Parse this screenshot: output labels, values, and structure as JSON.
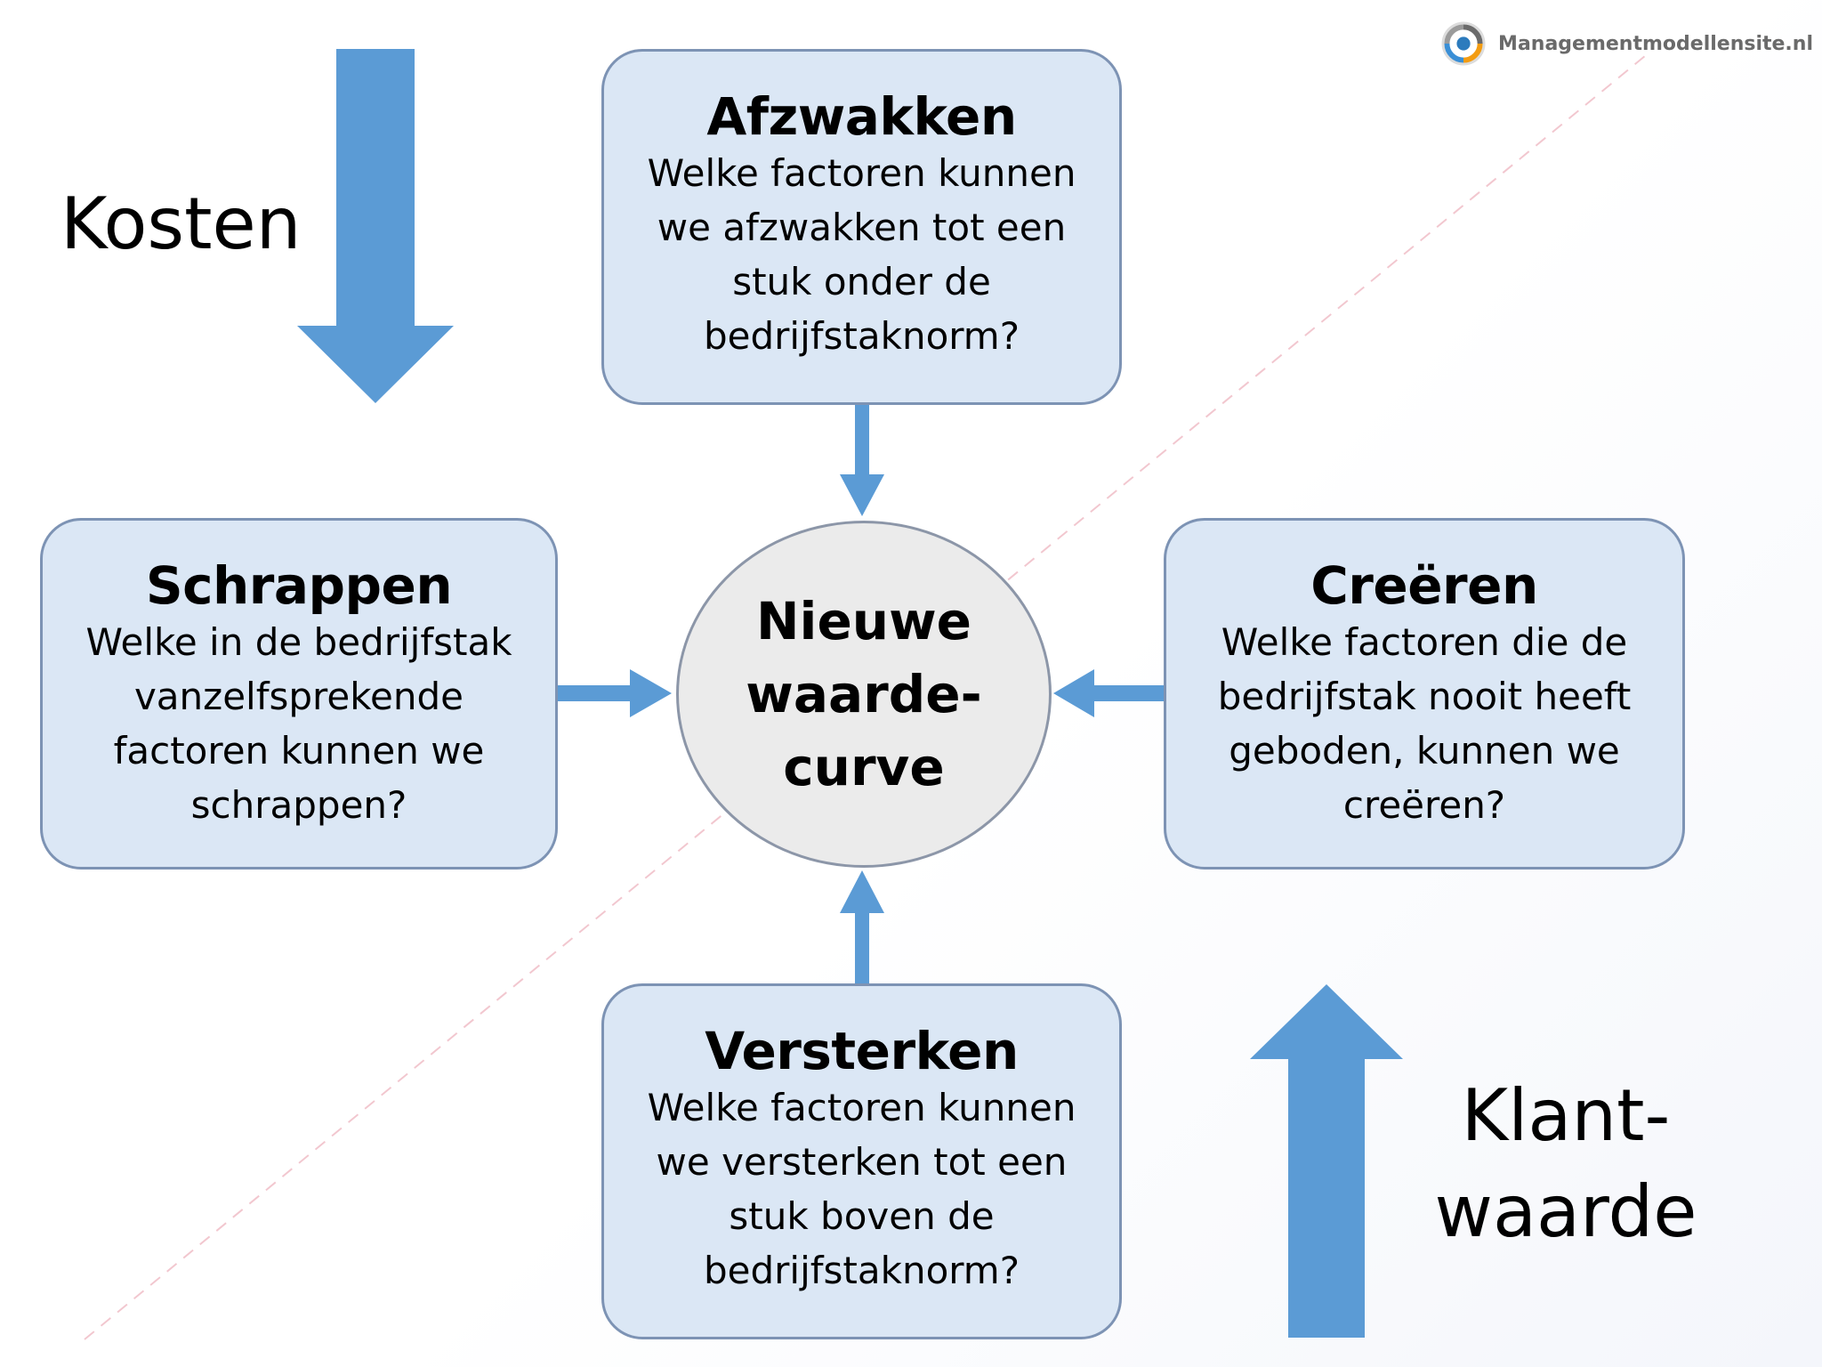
{
  "brand": {
    "site_name": "Managementmodellensite.nl",
    "icon": "managementmodellensite-logo-icon"
  },
  "labels": {
    "cost": "Kosten",
    "customer_value_line1": "Klant-",
    "customer_value_line2": "waarde"
  },
  "center": {
    "line1": "Nieuwe",
    "line2": "waarde-",
    "line3": "curve"
  },
  "boxes": {
    "reduce": {
      "title": "Afzwakken",
      "lines": [
        "Welke factoren kunnen",
        "we afzwakken tot een",
        "stuk onder de",
        "bedrijfstaknorm?"
      ]
    },
    "eliminate": {
      "title": "Schrappen",
      "lines": [
        "Welke in de bedrijfstak",
        "vanzelfsprekende",
        "factoren kunnen we",
        "schrappen?"
      ]
    },
    "create": {
      "title": "Creëren",
      "lines": [
        "Welke factoren die de",
        "bedrijfstak nooit heeft",
        "geboden, kunnen we",
        "creëren?"
      ]
    },
    "raise": {
      "title": "Versterken",
      "lines": [
        "Welke factoren kunnen",
        "we versterken tot een",
        "stuk boven de",
        "bedrijfstaknorm?"
      ]
    }
  },
  "colors": {
    "box_fill": "#dbe7f5",
    "box_border": "#7d93b4",
    "arrow": "#5b9bd5",
    "circle_fill": "#ebebeb",
    "diagonal": "#f2c7cf"
  }
}
